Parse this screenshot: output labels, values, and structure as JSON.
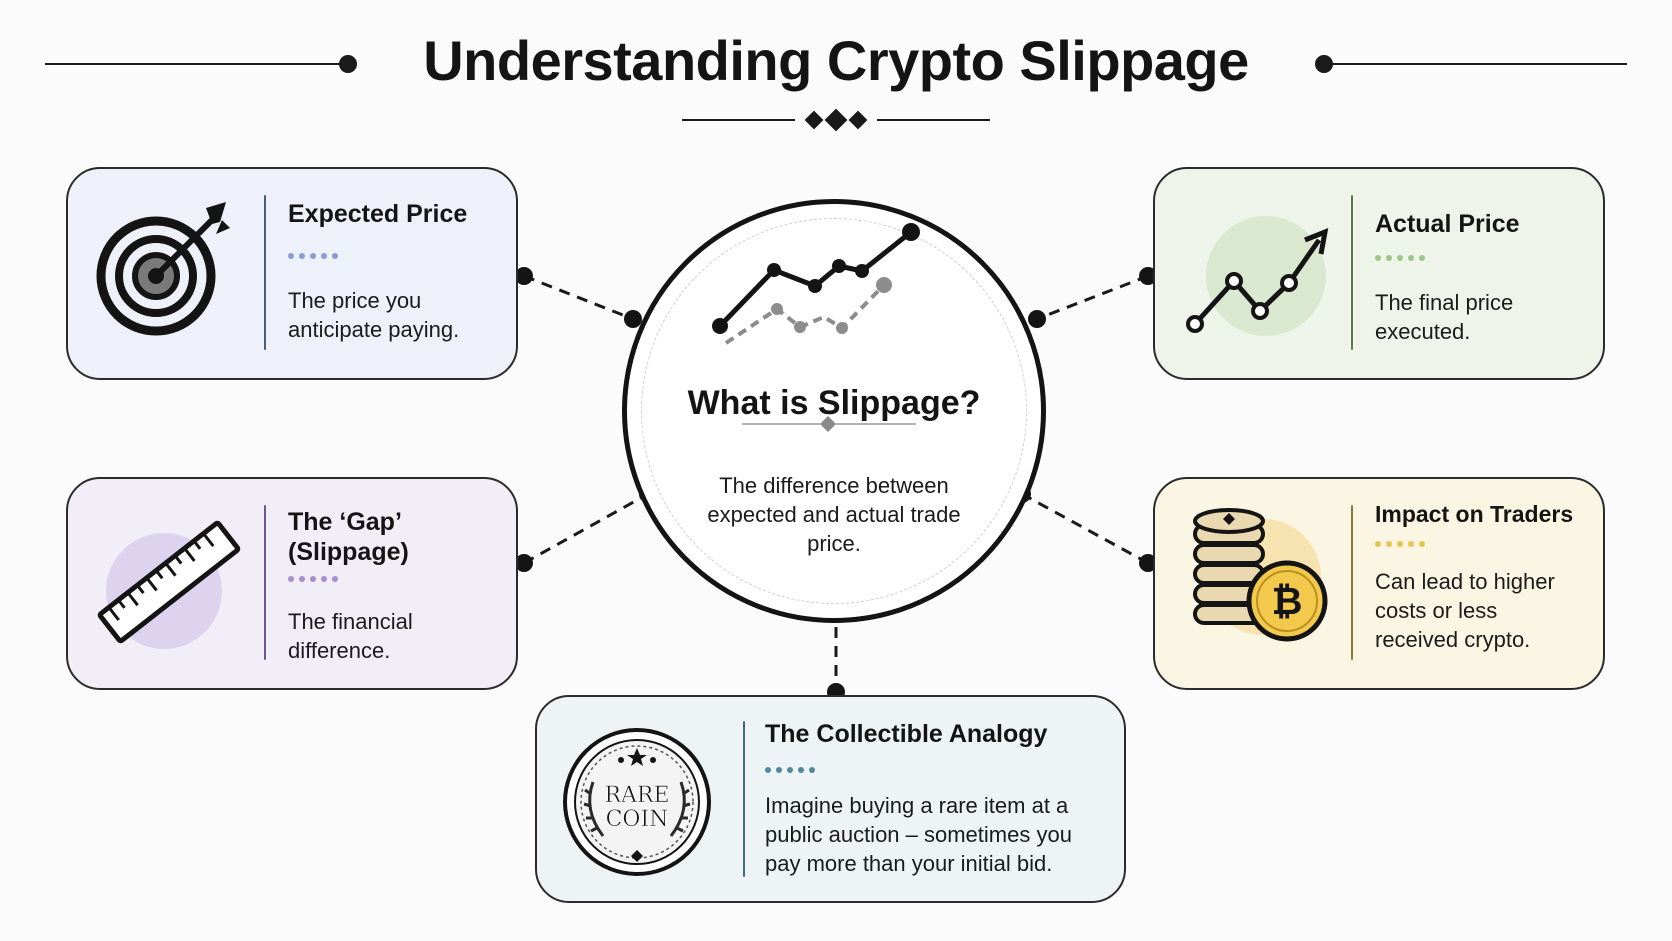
{
  "title": "Understanding Crypto Slippage",
  "center": {
    "heading": "What is Slippage?",
    "description": "The difference between expected and actual trade price."
  },
  "cards": {
    "expected": {
      "heading": "Expected Price",
      "description": "The price you anticipate paying.",
      "icon": "target-arrow-icon",
      "accent": "#8a9bd3"
    },
    "actual": {
      "heading": "Actual Price",
      "description": "The final price executed.",
      "icon": "trend-up-icon",
      "accent": "#9cc98a"
    },
    "gap": {
      "heading": "The ‘Gap’ (Slippage)",
      "description": "The financial difference.",
      "icon": "ruler-icon",
      "accent": "#a58fd0"
    },
    "impact": {
      "heading": "Impact on Traders",
      "description": "Can lead to higher costs or less received crypto.",
      "icon": "coins-bitcoin-icon",
      "accent": "#e8c34d"
    },
    "collectible": {
      "heading": "The Collectible Analogy",
      "description": "Imagine buying a rare item at a public auction – sometimes you pay more than your initial bid.",
      "icon": "rare-coin-icon",
      "accent": "#4f8a96"
    }
  },
  "coin_stamp": {
    "line1": "RARE",
    "line2": "COIN"
  },
  "bitcoin_symbol": "₿"
}
